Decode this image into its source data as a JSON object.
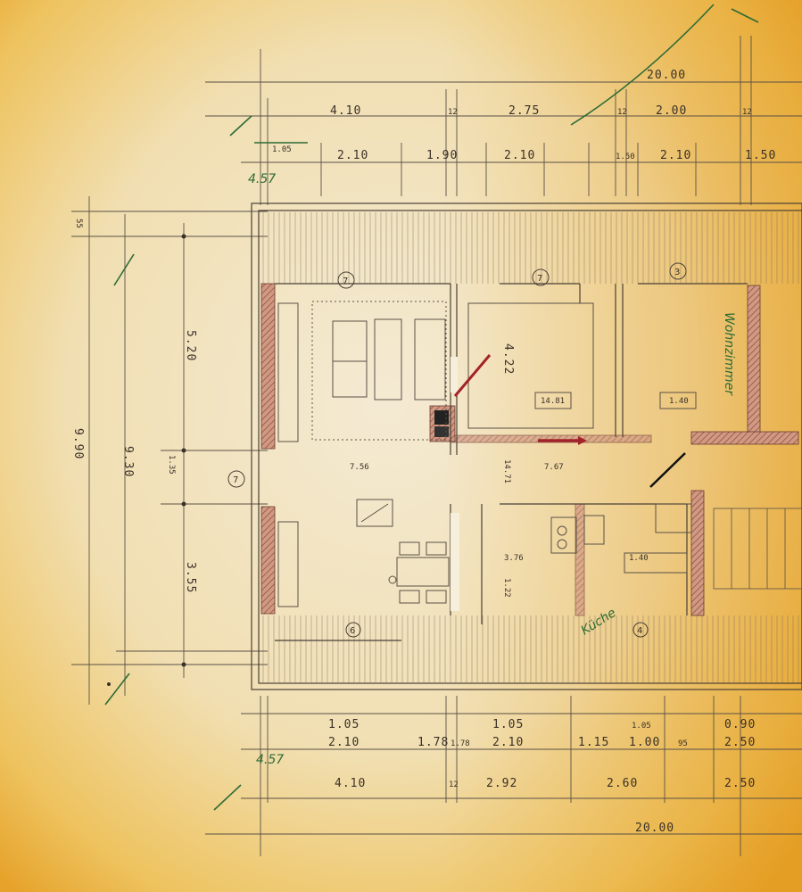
{
  "colors": {
    "paper_light": "#f3e6c8",
    "paper_dark": "#e8a627",
    "ink": "#4a4036",
    "wall_hatch": "#b06a55",
    "red_marker": "#a3232a",
    "green_ink": "#2c6b35",
    "black_marker": "#111111"
  },
  "dims_top": {
    "overall": "20.00",
    "row1": [
      "4.10",
      "12",
      "2.75",
      "12",
      "2.00",
      "12"
    ],
    "row2": [
      "1.05",
      "2.10",
      "1.90",
      "2.10",
      "1.50",
      "2.10",
      "1.50"
    ],
    "green_note": "4.57"
  },
  "dims_bottom": {
    "overall": "20.00",
    "row1": [
      "1.05",
      "2.10",
      "1.78",
      "1.78",
      "1.05",
      "2.10",
      "1.15",
      "1.00",
      "1.05",
      "95",
      "2.50",
      "0.90"
    ],
    "row2": [
      "4.10",
      "12",
      "2.92",
      "2.60",
      "2.50"
    ],
    "green_note": "4.57"
  },
  "dims_left": {
    "total": "9.90",
    "upper": "5.20",
    "middle": "9.30",
    "lower": "3.55",
    "small_top": "55",
    "small_mid": "1.35"
  },
  "room_dims": {
    "room_height": "4.22",
    "label_a": "14.81",
    "label_b": "1.40",
    "label_c": "7.56",
    "label_d": "7.67",
    "label_e": "14.71",
    "label_f": "3.76",
    "label_g": "1.22",
    "label_h": "1.40"
  },
  "annotations": {
    "green_vertical": "Wohnzimmer",
    "green_diagonal": "Küche"
  },
  "markers": [
    "red-diagonal-marker",
    "red-arrow-marker",
    "black-diagonal-marker"
  ],
  "icons": [
    "room-number-circle-icon"
  ]
}
